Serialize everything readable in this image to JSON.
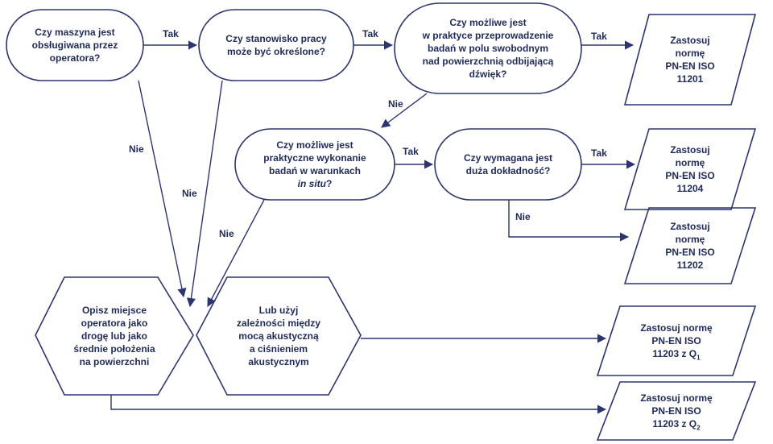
{
  "nodes": {
    "q1": [
      "Czy maszyna jest",
      "obsługiwana przez",
      "operatora?"
    ],
    "q2": [
      "Czy stanowisko pracy",
      "może być określone?"
    ],
    "q3": [
      "Czy możliwe jest",
      "w praktyce przeprowadzenie",
      "badań w polu swobodnym",
      "nad powierzchnią odbijającą",
      "dźwięk?"
    ],
    "q4": [
      "Czy możliwe jest",
      "praktyczne wykonanie",
      "badań w warunkach"
    ],
    "q4_italic": "in situ",
    "q4_tail": "?",
    "q5": [
      "Czy wymagana jest",
      "duża dokładność?"
    ],
    "r11201": [
      "Zastosuj",
      "normę",
      "PN-EN ISO",
      "11201"
    ],
    "r11204": [
      "Zastosuj",
      "normę",
      "PN-EN ISO",
      "11204"
    ],
    "r11202": [
      "Zastosuj",
      "normę",
      "PN-EN ISO",
      "11202"
    ],
    "h1": [
      "Opisz miejsce",
      "operatora jako",
      "drogę lub jako",
      "średnie położenia",
      "na powierzchni"
    ],
    "h2": [
      "Lub użyj",
      "zależności między",
      "mocą akustyczną",
      "a ciśnieniem",
      "akustycznym"
    ],
    "r11203a": {
      "lines": [
        "Zastosuj normę",
        "PN-EN ISO"
      ],
      "last": "11203 z Q",
      "sub": "1"
    },
    "r11203b": {
      "lines": [
        "Zastosuj normę",
        "PN-EN ISO"
      ],
      "last": "11203 z Q",
      "sub": "2"
    }
  },
  "edges": {
    "tak1": "Tak",
    "tak2": "Tak",
    "tak3": "Tak",
    "tak4": "Tak",
    "tak5": "Tak",
    "nie1": "Nie",
    "nie2": "Nie",
    "nie3": "Nie",
    "nie4": "Nie",
    "nie5": "Nie"
  },
  "colors": {
    "stroke": "#2c3570",
    "text": "#1f2a5a",
    "background": "#ffffff"
  }
}
